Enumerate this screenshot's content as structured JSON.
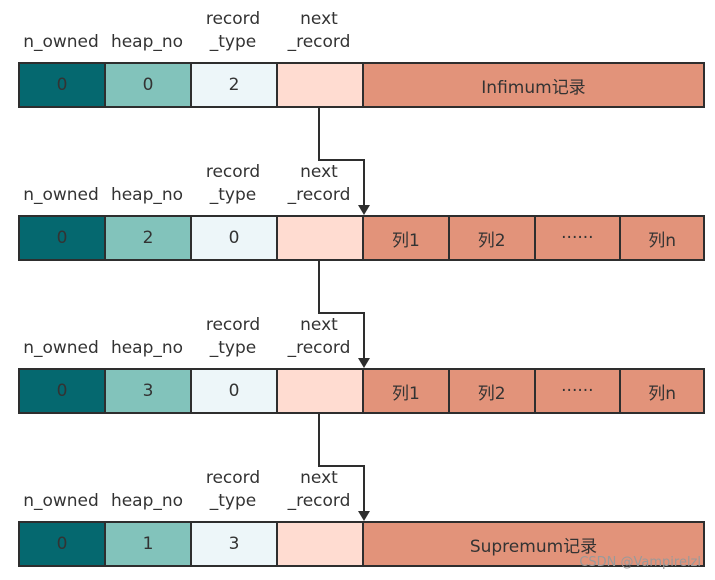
{
  "headers": {
    "n_owned": "n_owned",
    "heap_no": "heap_no",
    "record_type_1": "record",
    "record_type_2": "_type",
    "next_record_1": "next",
    "next_record_2": "_record"
  },
  "colors": {
    "n_owned": "#05686f",
    "heap_no": "#82c3bb",
    "record_type": "#edf6f9",
    "next_record": "#ffdcd1",
    "data": "#e2937a",
    "border": "#2e2e2e",
    "arrow": "#2e2e2e"
  },
  "records": [
    {
      "n_owned": "0",
      "heap_no": "0",
      "record_type": "2",
      "next_record": "",
      "kind": "single",
      "label": "Infimum记录"
    },
    {
      "n_owned": "0",
      "heap_no": "2",
      "record_type": "0",
      "next_record": "",
      "kind": "columns",
      "columns": [
        "列1",
        "列2",
        "······",
        "列n"
      ]
    },
    {
      "n_owned": "0",
      "heap_no": "3",
      "record_type": "0",
      "next_record": "",
      "kind": "columns",
      "columns": [
        "列1",
        "列2",
        "······",
        "列n"
      ]
    },
    {
      "n_owned": "0",
      "heap_no": "1",
      "record_type": "3",
      "next_record": "",
      "kind": "single",
      "label": "Supremum记录"
    }
  ],
  "watermark": "CSDN @Vampirelzl"
}
